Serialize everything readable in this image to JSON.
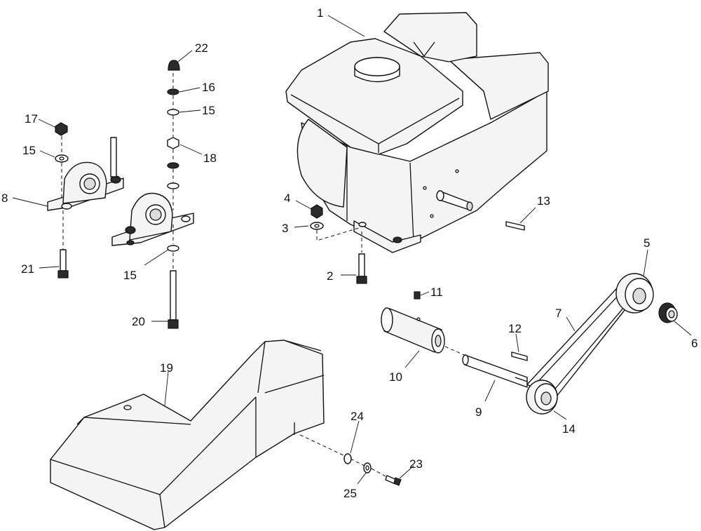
{
  "callouts": {
    "c1": "1",
    "c2": "2",
    "c3": "3",
    "c4": "4",
    "c5": "5",
    "c6": "6",
    "c7": "7",
    "c8": "8",
    "c9": "9",
    "c10": "10",
    "c11": "11",
    "c12": "12",
    "c13": "13",
    "c14": "14",
    "c15a": "15",
    "c15b": "15",
    "c15c": "15",
    "c16": "16",
    "c17": "17",
    "c18": "18",
    "c19": "19",
    "c20": "20",
    "c21": "21",
    "c22": "22",
    "c23": "23",
    "c24": "24",
    "c25": "25"
  }
}
